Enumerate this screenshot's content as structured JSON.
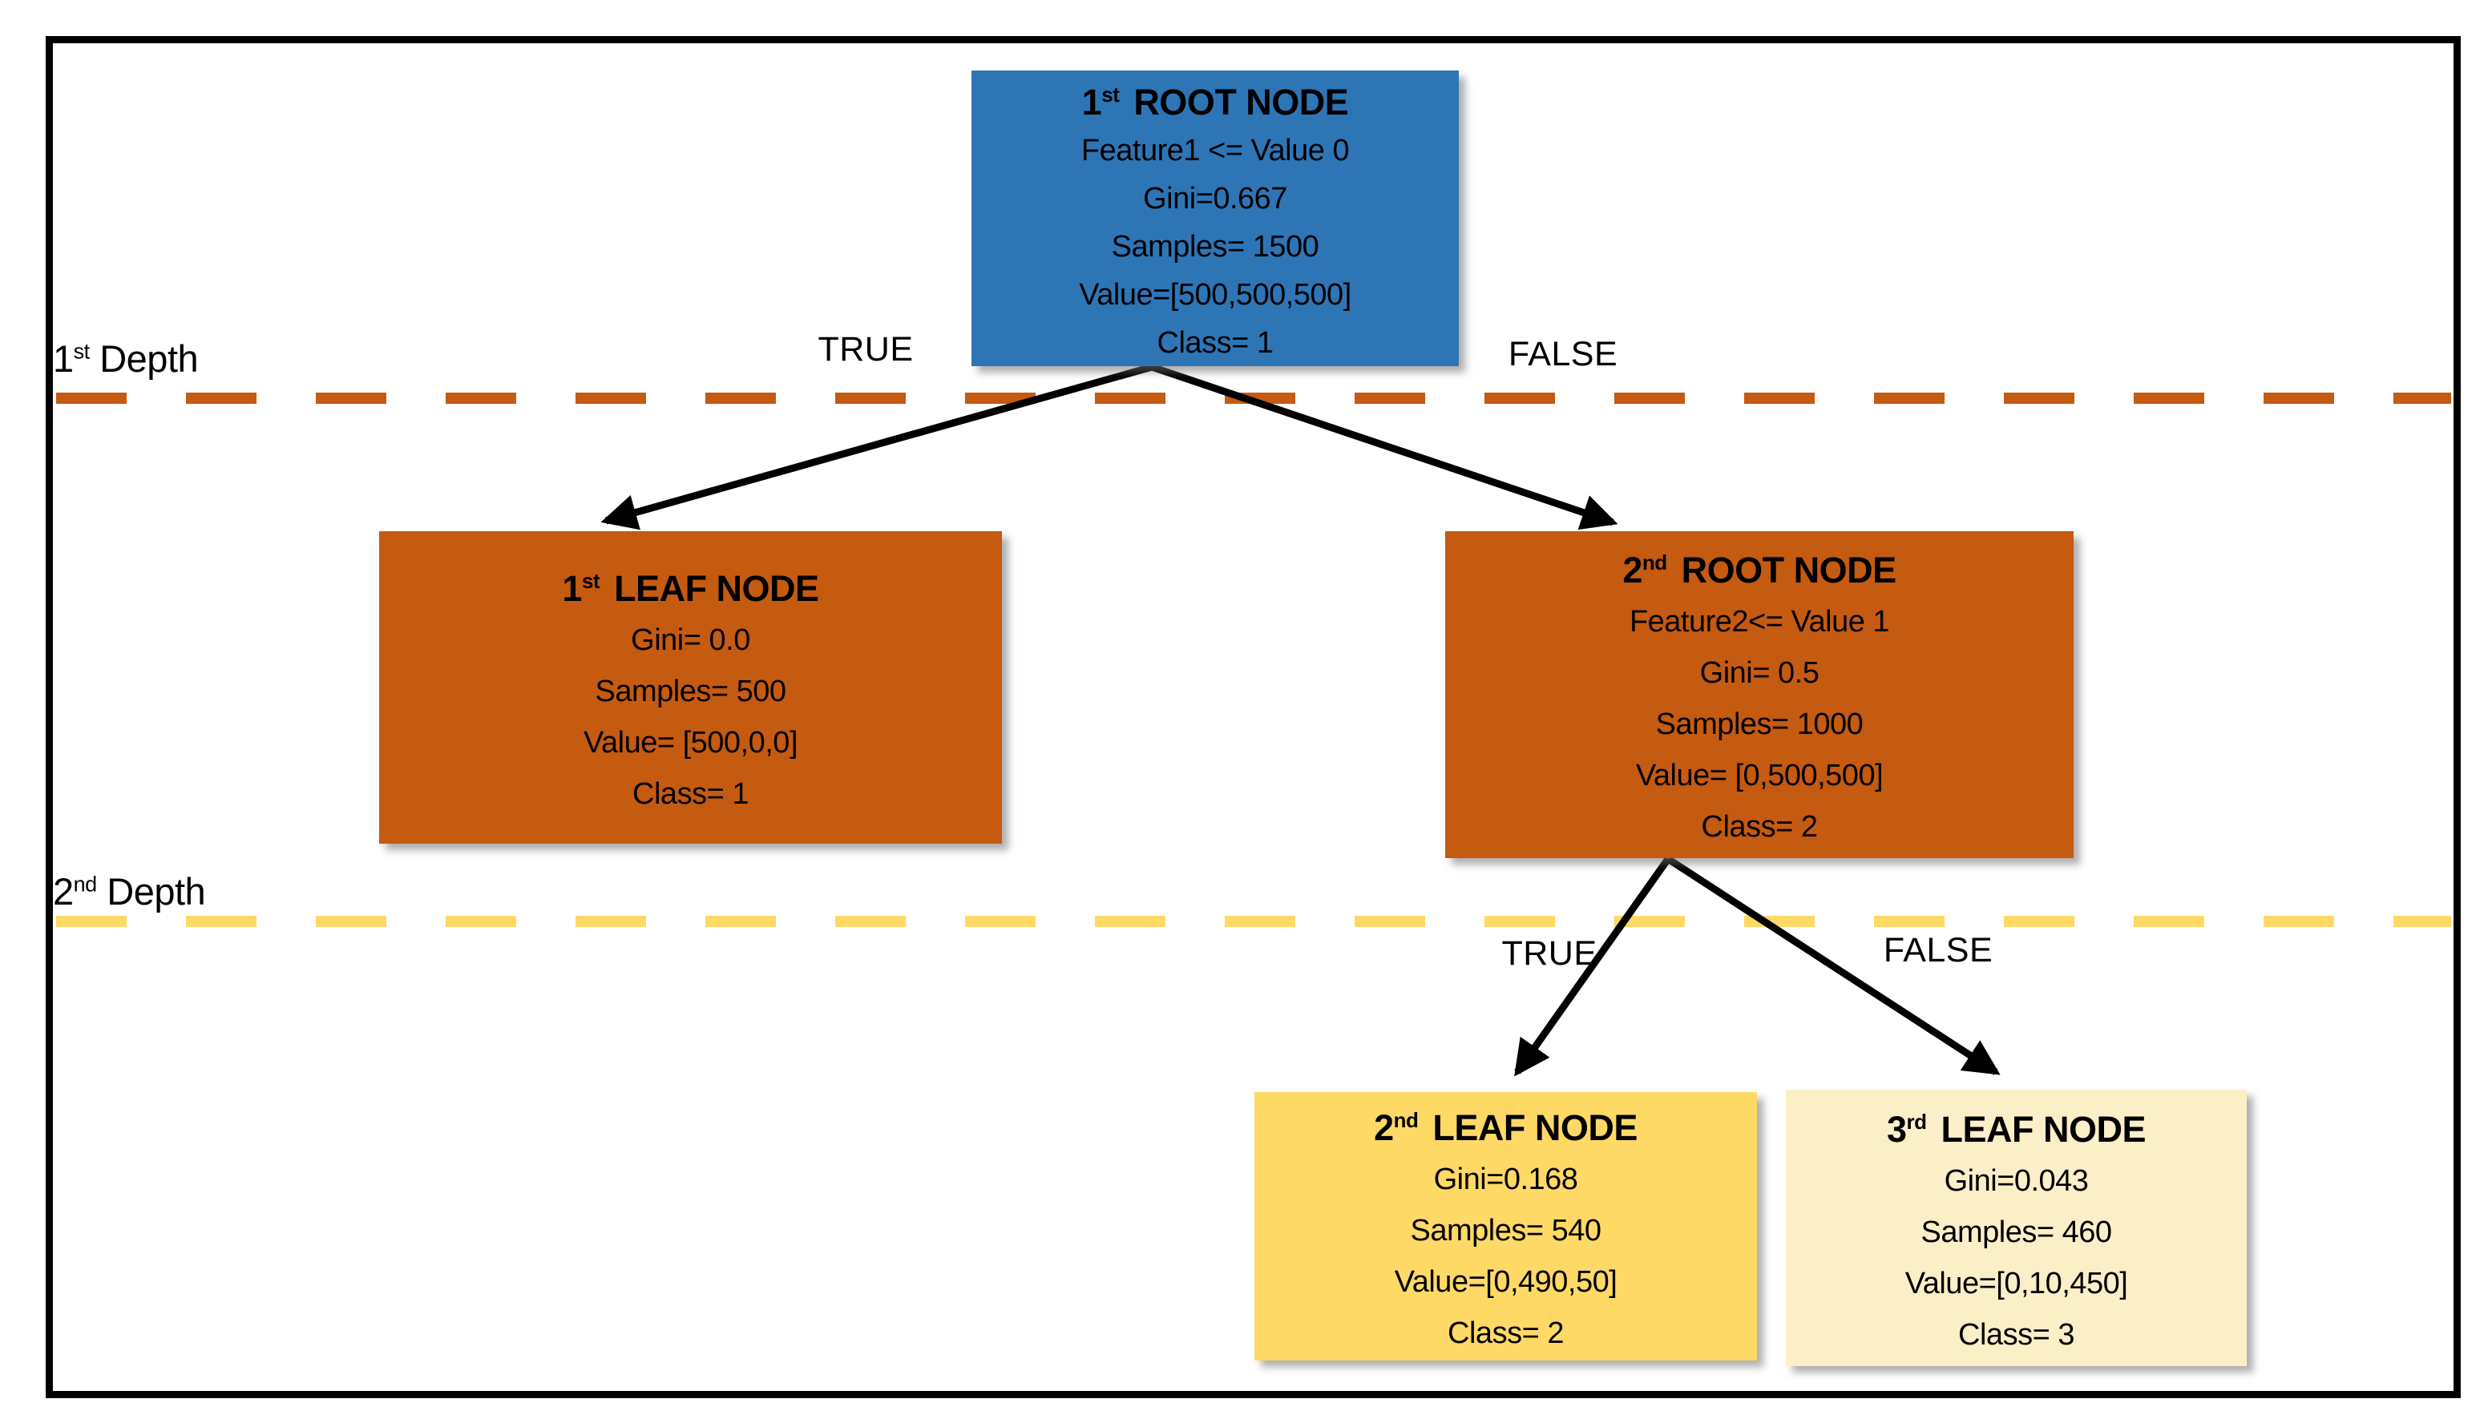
{
  "colors": {
    "root1_bg": "#2E75B6",
    "leaf1_bg": "#C55A11",
    "root2_bg": "#C55A11",
    "leaf2_bg": "#FFD966",
    "leaf3_bg": "#FBEFC8",
    "depth1_line": "#C55A11",
    "depth2_line": "#FFD966",
    "arrow": "#000000",
    "border": "#000000"
  },
  "depth_markers": [
    {
      "ordinal": "1",
      "suffix": "st",
      "word": "Depth"
    },
    {
      "ordinal": "2",
      "suffix": "nd",
      "word": "Depth"
    }
  ],
  "splits": [
    {
      "true_label": "TRUE",
      "false_label": "FALSE"
    },
    {
      "true_label": "TRUE",
      "false_label": "FALSE"
    }
  ],
  "nodes": {
    "root1": {
      "ordinal": "1",
      "suffix": "st",
      "title": "ROOT NODE",
      "lines": [
        "Feature1 <= Value 0",
        "Gini=0.667",
        "Samples= 1500",
        "Value=[500,500,500]",
        "Class= 1"
      ]
    },
    "leaf1": {
      "ordinal": "1",
      "suffix": "st",
      "title": "LEAF NODE",
      "lines": [
        "Gini= 0.0",
        "Samples= 500",
        "Value= [500,0,0]",
        "Class= 1"
      ]
    },
    "root2": {
      "ordinal": "2",
      "suffix": "nd",
      "title": "ROOT NODE",
      "lines": [
        "Feature2<= Value 1",
        "Gini= 0.5",
        "Samples= 1000",
        "Value= [0,500,500]",
        "Class= 2"
      ]
    },
    "leaf2": {
      "ordinal": "2",
      "suffix": "nd",
      "title": "LEAF NODE",
      "lines": [
        "Gini=0.168",
        "Samples= 540",
        "Value=[0,490,50]",
        "Class= 2"
      ]
    },
    "leaf3": {
      "ordinal": "3",
      "suffix": "rd",
      "title": "LEAF NODE",
      "lines": [
        "Gini=0.043",
        "Samples= 460",
        "Value=[0,10,450]",
        "Class= 3"
      ]
    }
  }
}
